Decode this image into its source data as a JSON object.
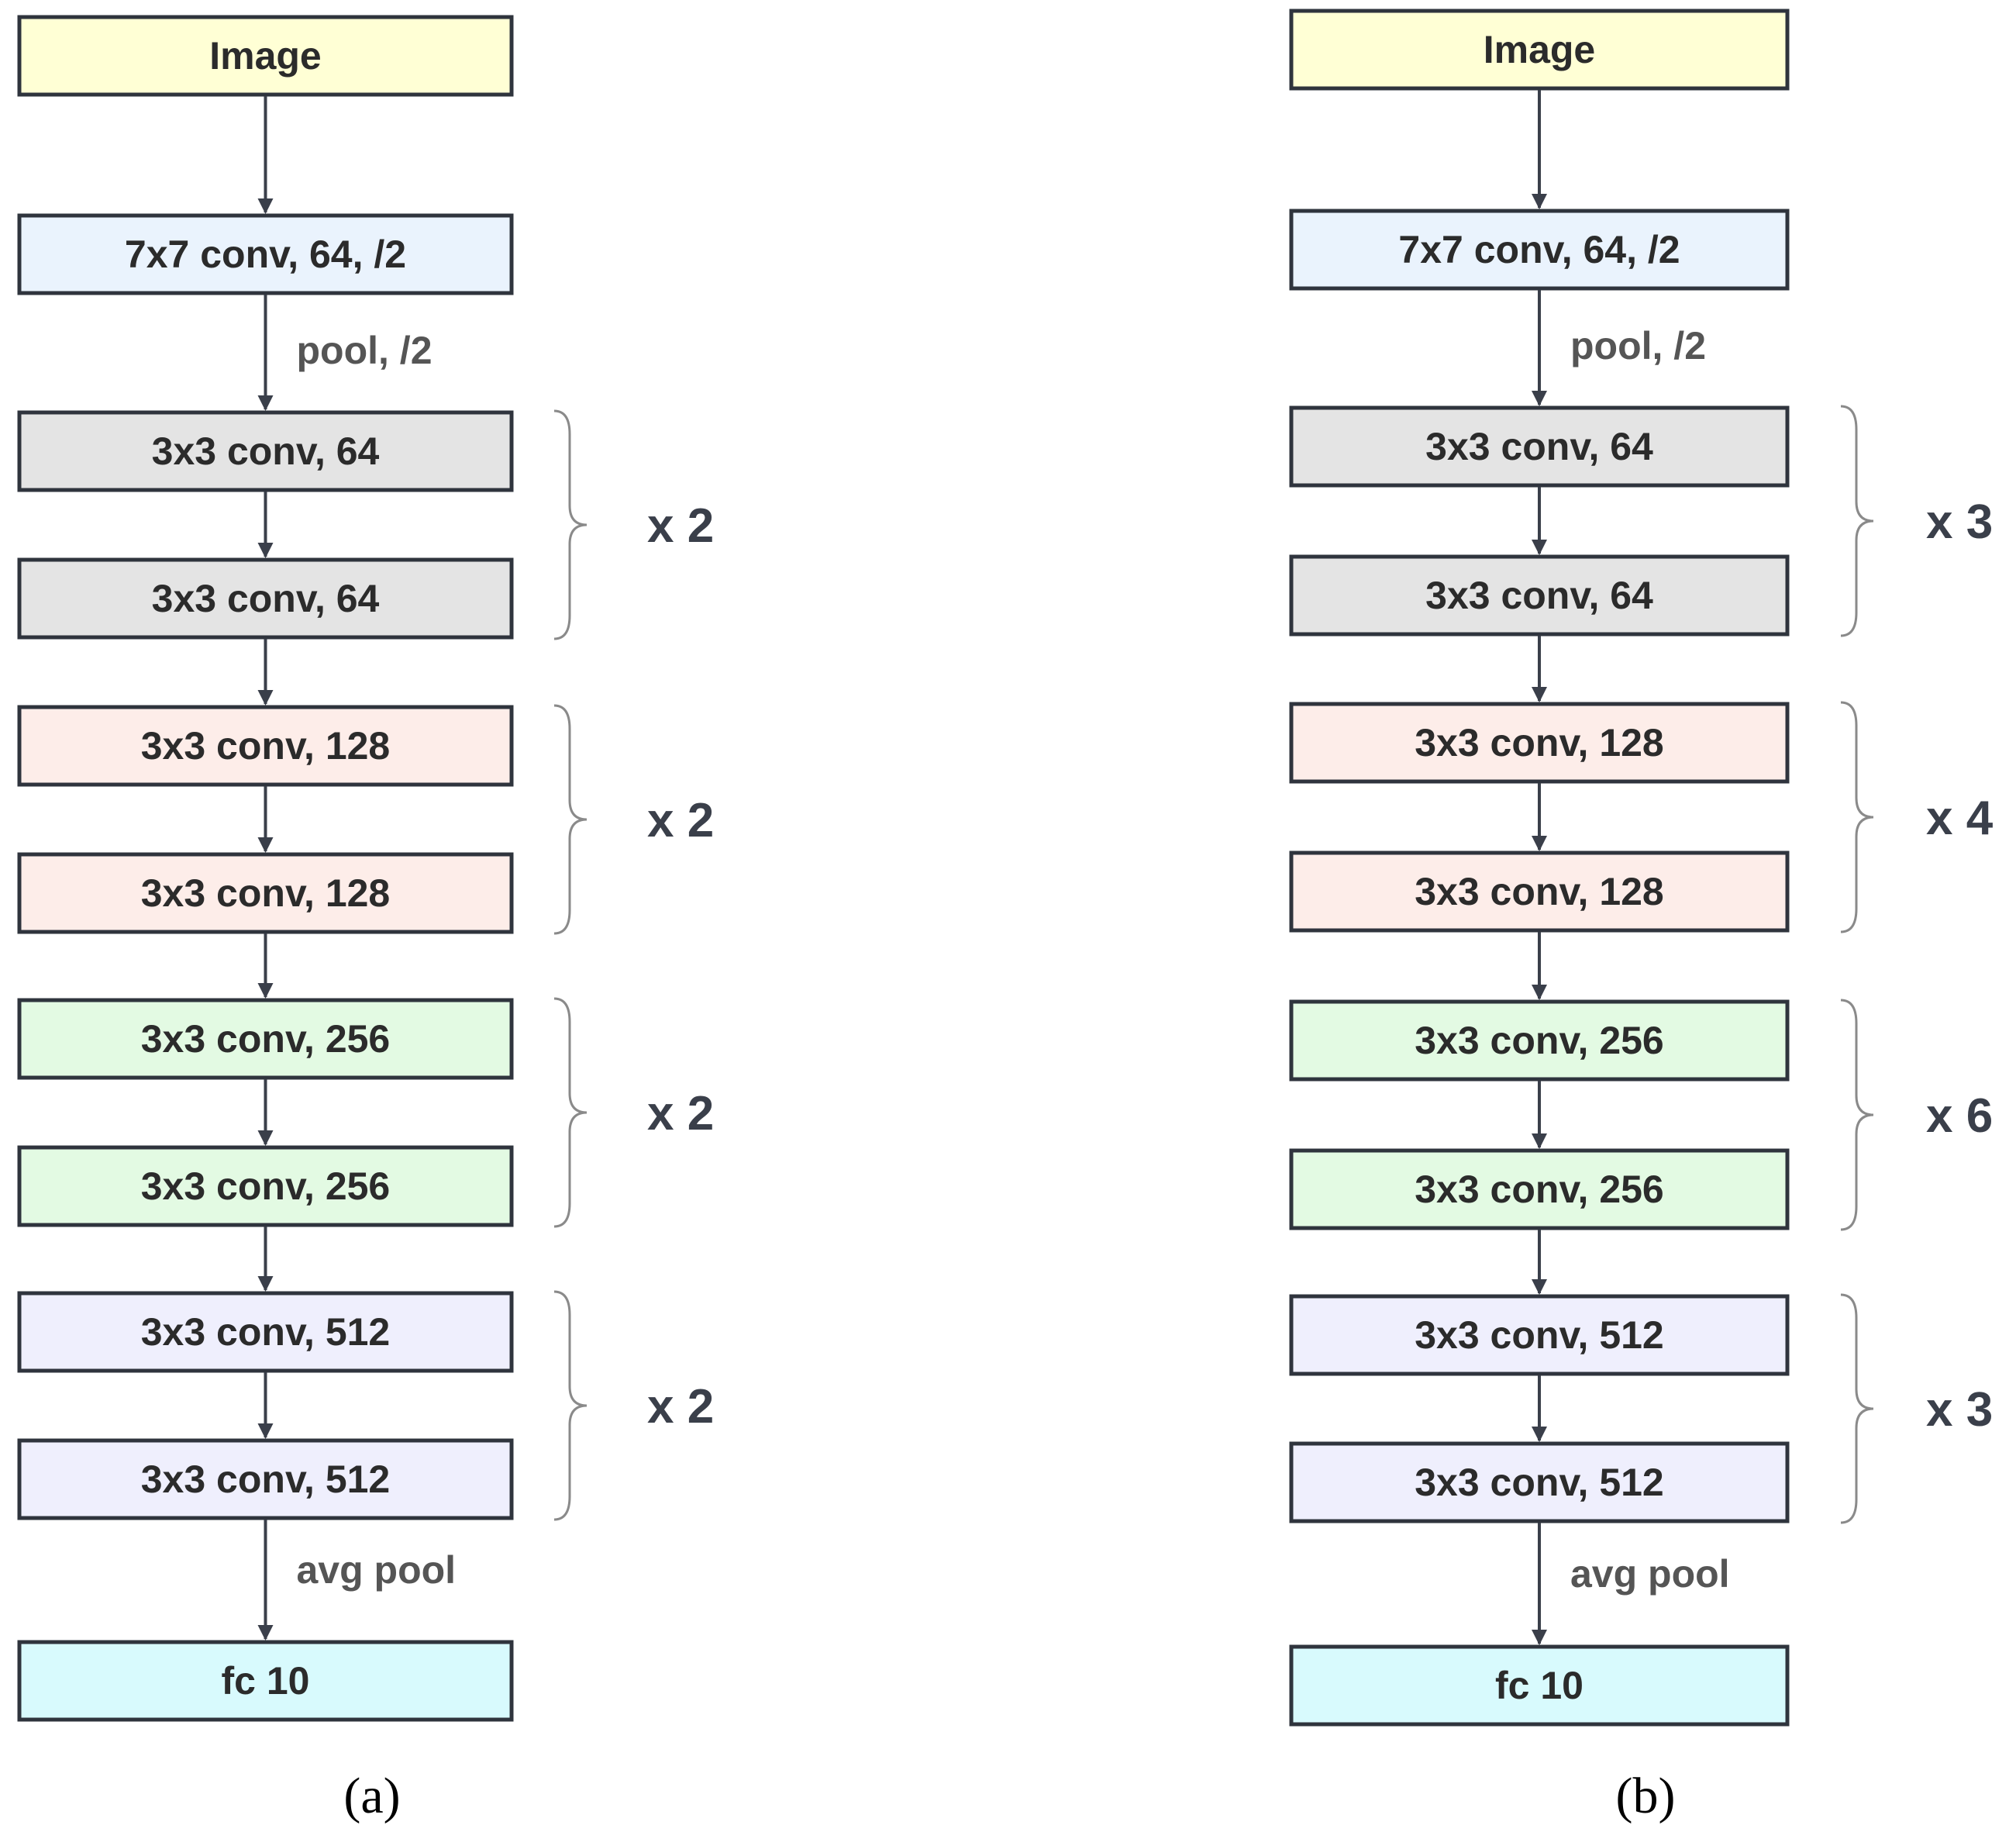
{
  "panels": [
    {
      "id": "a",
      "caption": "(a)",
      "input": "Image",
      "stem": "7x7 conv, 64, /2",
      "stem_edge": "pool, /2",
      "stages": [
        {
          "layers": [
            "3x3 conv, 64",
            "3x3 conv, 64"
          ],
          "repeat": "x 2"
        },
        {
          "layers": [
            "3x3 conv, 128",
            "3x3 conv, 128"
          ],
          "repeat": "x 2"
        },
        {
          "layers": [
            "3x3 conv, 256",
            "3x3 conv, 256"
          ],
          "repeat": "x 2"
        },
        {
          "layers": [
            "3x3 conv, 512",
            "3x3 conv, 512"
          ],
          "repeat": "x 2"
        }
      ],
      "head_edge": "avg pool",
      "output": "fc 10"
    },
    {
      "id": "b",
      "caption": "(b)",
      "input": "Image",
      "stem": "7x7 conv, 64, /2",
      "stem_edge": "pool, /2",
      "stages": [
        {
          "layers": [
            "3x3 conv, 64",
            "3x3 conv, 64"
          ],
          "repeat": "x 3"
        },
        {
          "layers": [
            "3x3 conv, 128",
            "3x3 conv, 128"
          ],
          "repeat": "x 4"
        },
        {
          "layers": [
            "3x3 conv, 256",
            "3x3 conv, 256"
          ],
          "repeat": "x 6"
        },
        {
          "layers": [
            "3x3 conv, 512",
            "3x3 conv, 512"
          ],
          "repeat": "x 3"
        }
      ],
      "head_edge": "avg pool",
      "output": "fc 10"
    }
  ],
  "colors": {
    "input_fill": "#FFFFD5",
    "stem_fill": "#EAF3FD",
    "stage_fills": [
      "#E4E4E4",
      "#FDEDE9",
      "#E3FAE3",
      "#EFEFFD"
    ],
    "output_fill": "#D8FAFD",
    "stroke": "#2f343d",
    "arrow": "#3a3f4a",
    "brace": "#8a8a8a"
  }
}
